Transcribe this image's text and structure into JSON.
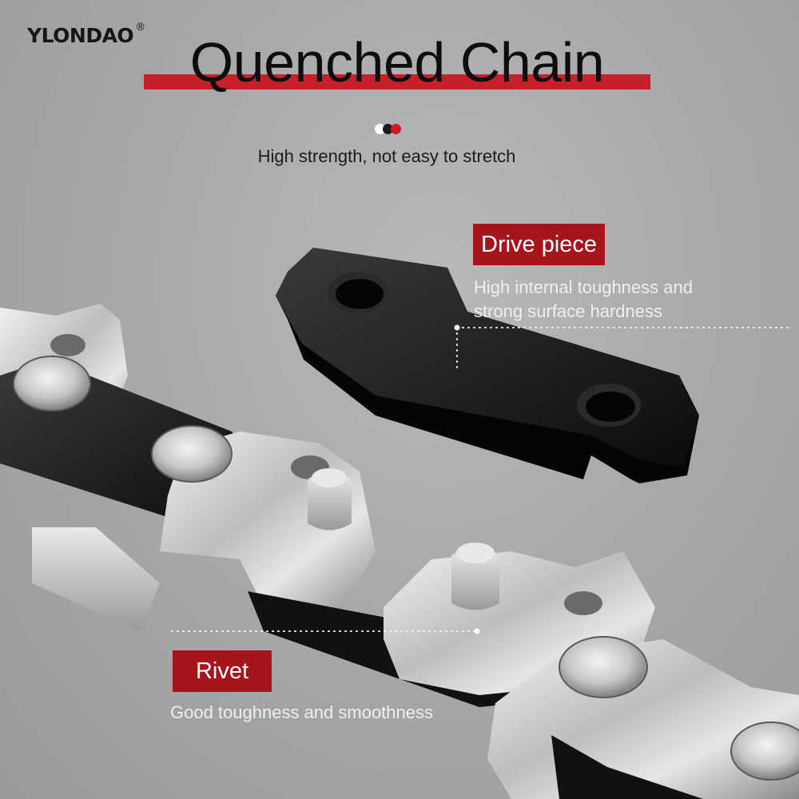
{
  "brand": {
    "name": "YLONDAO",
    "mark": "®"
  },
  "title": "Quenched Chain",
  "subtitle": "High strength, not easy to stretch",
  "indicator_dots": [
    "#ffffff",
    "#1a1a1a",
    "#d11a1f"
  ],
  "callouts": {
    "drive_piece": {
      "label": "Drive piece",
      "line1": "High internal toughness and",
      "line2": "strong surface hardness"
    },
    "rivet": {
      "label": "Rivet",
      "description": "Good toughness and smoothness"
    }
  },
  "colors": {
    "accent_red": "#c8202a",
    "label_red": "#a5151b",
    "background": "#aaaaaa"
  }
}
